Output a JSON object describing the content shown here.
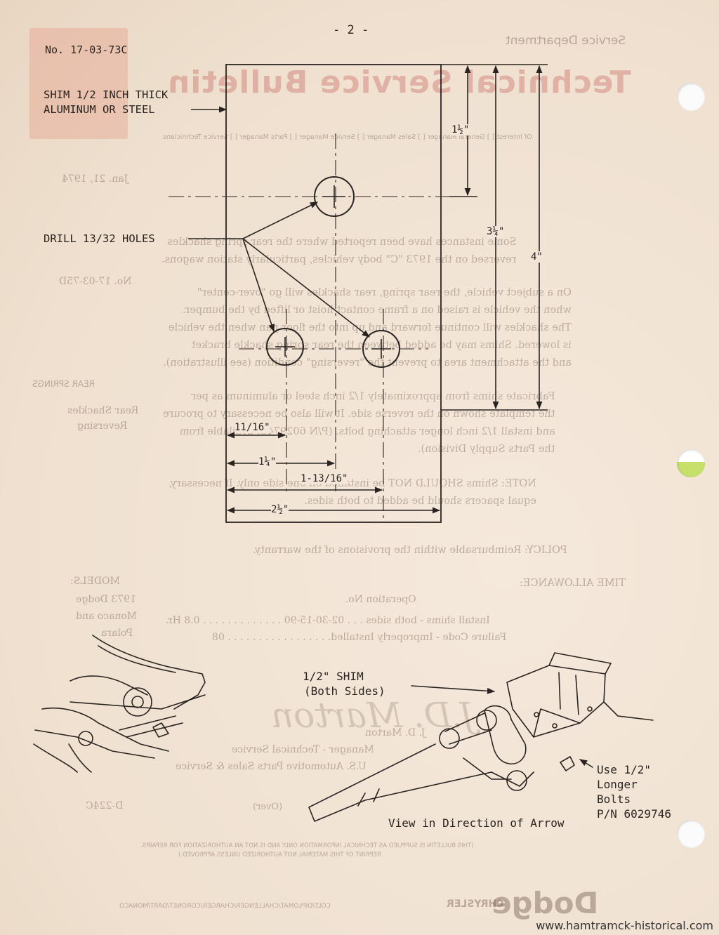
{
  "header": {
    "doc_number": "No. 17-03-73C",
    "page_number": "- 2 -"
  },
  "template": {
    "shim_label_line1": "SHIM 1/2 INCH THICK",
    "shim_label_line2": "ALUMINUM OR STEEL",
    "drill_label": "DRILL 13/32 HOLES",
    "dim_1_half": "1½\"",
    "dim_3_quarter": "3¼\"",
    "dim_4": "4\"",
    "dim_11_16": "11/16\"",
    "dim_1_quarter": "1¼\"",
    "dim_1_13_16": "1-13/16\"",
    "dim_2_half": "2½\""
  },
  "illustration": {
    "shim_label_line1": "1/2\" SHIM",
    "shim_label_line2": "(Both Sides)",
    "bolts_line1": "Use 1/2\"",
    "bolts_line2": "Longer",
    "bolts_line3": "Bolts",
    "bolts_line4": "P/N 6029746",
    "caption": "View in Direction of Arrow"
  },
  "bleed_through": {
    "dept": "Service Department",
    "title": "Technical Service Bulletin",
    "interest": "Of Interest [ ] General Manager [ ] Sales Manager [ ] Service Manager [ ] Parts Manager [ ] Service Technicians",
    "date": "Jan. 21, 1974",
    "ref": "No. 17-03-75D",
    "topic1": "REAR SPRINGS",
    "topic2": "Rear Shackles",
    "topic3": "Reversing",
    "para1": [
      "Some instances have been reported where the rear spring shackles",
      "reversed on the 1973 \"C\" body vehicles, particularly station wagons."
    ],
    "para2": [
      "On a subject vehicle, the rear spring, rear shackles will go \"over-center\"",
      "when the vehicle is raised on a frame contact hoist or lifted by the bumper.",
      "The shackles will continue forward and up into the floor pan when the vehicle",
      "is lowered. Shims may be added between the rear spring shackle bracket",
      "and the attachment area to prevent the \"reversing\" condition (see illustration)."
    ],
    "para3": [
      "Fabricate shims from approximately 1/2 inch steel or aluminum as per",
      "the template shown on the reverse side. It will also be necessary to procure",
      "and install 1/2 inch longer attaching bolts. (P/N 6029746) available from",
      "the Parts Supply Division)."
    ],
    "note": [
      "NOTE: Shims SHOULD NOT be installed on one side only. If necessary,",
      "equal spacers should be added to both sides."
    ],
    "policy": "POLICY: Reimbursable within the provisions of the warranty.",
    "time_allowance": "TIME ALLOWANCE:",
    "operation_no": "Operation No.",
    "op_line1": "Install shims - both sides . . . 02-30-15-90 . . . . . . . . . . . . . 0.8 Hr.",
    "op_line2": "Failure Code - Improperly Installed. . . . . . . . . . . . . . . . . 08",
    "models1": "MODELS:",
    "models2": "1973 Dodge",
    "models3": "Monaco and",
    "models4": "Polara",
    "signer": "J. D. Marton",
    "signer_title1": "Manager - Technical Service",
    "signer_title2": "U.S. Automotive Parts Sales & Service",
    "code": "D-224C",
    "over": "(Over)",
    "footer1": "(THIS BULLETIN IS SUPPLIED AS TECHNICAL INFORMATION ONLY AND IS NOT AN AUTHORIZATION FOR REPAIRS.",
    "footer2": "REPRINT OF THIS MATERIAL NOT AUTHORIZED UNLESS APPROVED.)",
    "brands": "COLT/DIPLOMAT/CHALLENGER/CHARGER/CORONET/DART/MONACO",
    "brand": "Dodge",
    "chrysler": "CHRYSLER"
  },
  "watermark": "www.hamtramck-historical.com"
}
